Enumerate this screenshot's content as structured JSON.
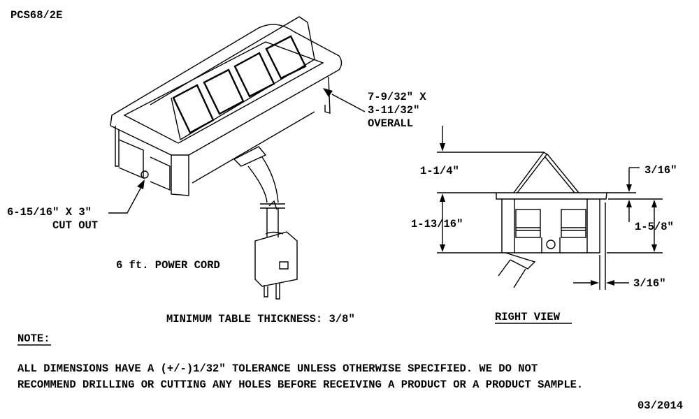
{
  "title": "PCS68/2E",
  "overall": {
    "line1": "7-9/32\" X",
    "line2": "3-11/32\"",
    "line3": "OVERALL"
  },
  "cutout": {
    "line1": "6-15/16\" X 3\"",
    "line2": "CUT OUT"
  },
  "power_cord": "6 ft. POWER CORD",
  "min_thickness": "MINIMUM TABLE THICKNESS: 3/8\"",
  "right_view": {
    "label": "RIGHT VIEW",
    "dim_top_height": "1-1/4\"",
    "dim_flange": "3/16\"",
    "dim_body_height": "1-13/16\"",
    "dim_inner_height": "1-5/8\"",
    "dim_wall": "3/16\""
  },
  "note": {
    "heading": "NOTE:",
    "line1": "ALL DIMENSIONS HAVE A (+/-)1/32\" TOLERANCE UNLESS OTHERWISE SPECIFIED. WE DO NOT",
    "line2": "RECOMMEND DRILLING OR CUTTING ANY HOLES BEFORE RECEIVING A PRODUCT OR A PRODUCT SAMPLE."
  },
  "date": "03/2014"
}
